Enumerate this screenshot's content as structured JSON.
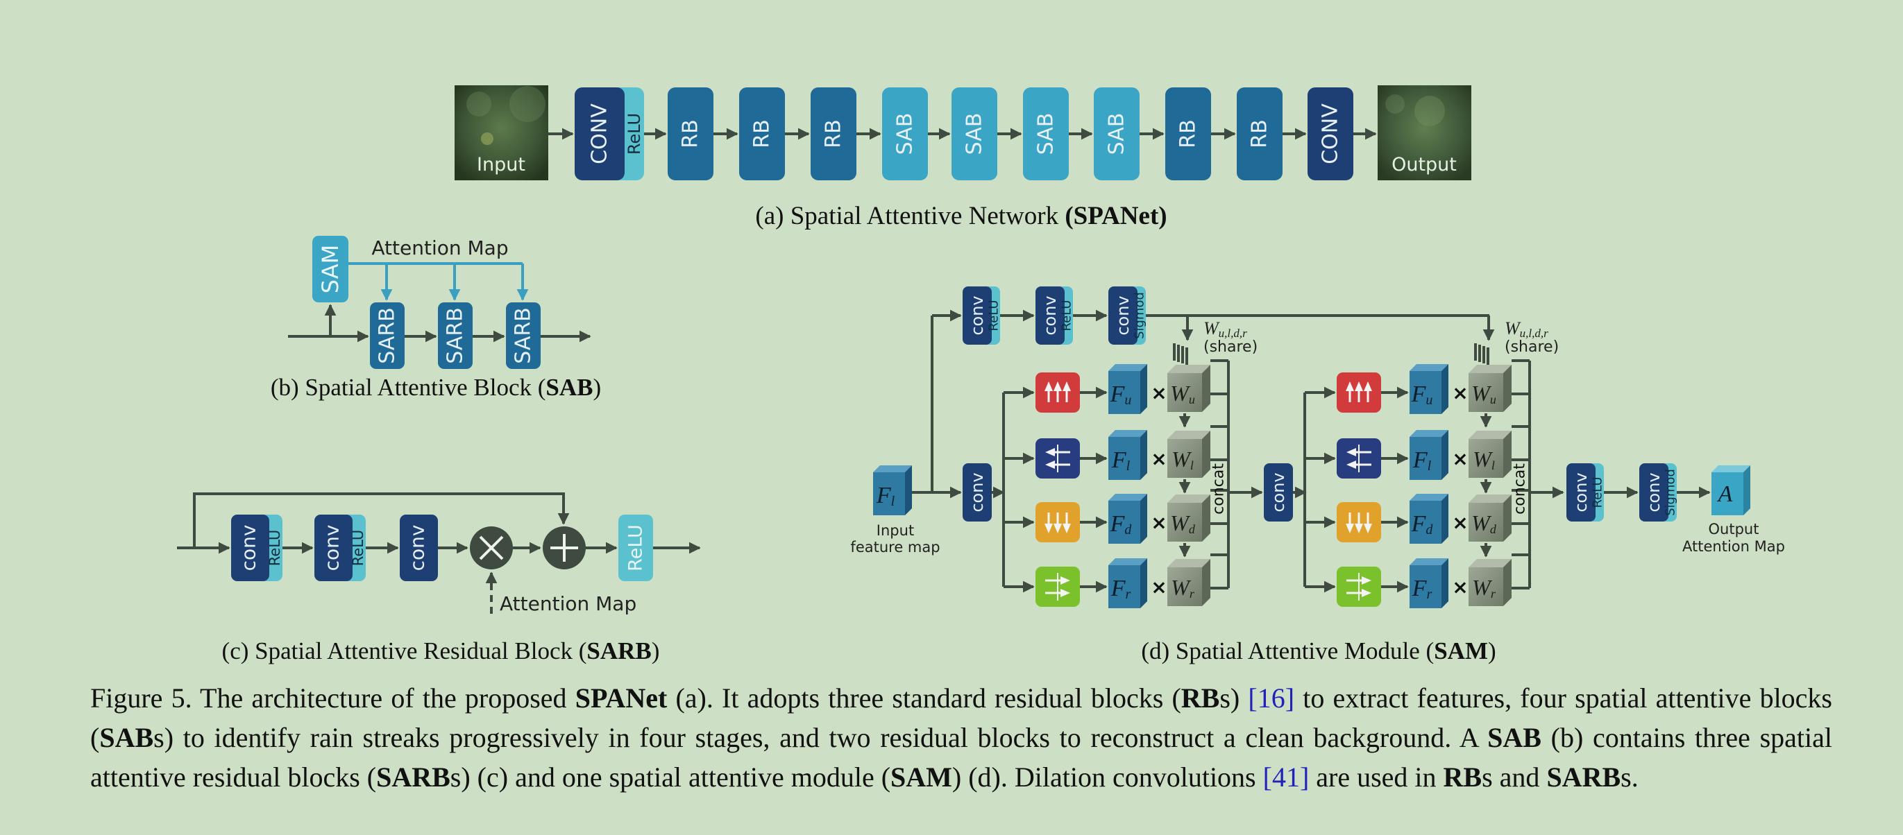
{
  "panel_a": {
    "input_label": "Input",
    "output_label": "Output",
    "blocks": [
      {
        "text": "CONV",
        "sub": "ReLU",
        "kind": "conv"
      },
      {
        "text": "RB",
        "kind": "rb"
      },
      {
        "text": "RB",
        "kind": "rb"
      },
      {
        "text": "RB",
        "kind": "rb"
      },
      {
        "text": "SAB",
        "kind": "sab"
      },
      {
        "text": "SAB",
        "kind": "sab"
      },
      {
        "text": "SAB",
        "kind": "sab"
      },
      {
        "text": "SAB",
        "kind": "sab"
      },
      {
        "text": "RB",
        "kind": "rb"
      },
      {
        "text": "RB",
        "kind": "rb"
      },
      {
        "text": "CONV",
        "kind": "conv"
      }
    ],
    "caption_prefix": "(a) Spatial Attentive Network ",
    "caption_bold": "(SPANet)"
  },
  "panel_b": {
    "sam_label": "SAM",
    "attention_label": "Attention Map",
    "sarb_label": "SARB",
    "caption_prefix": "(b) Spatial Attentive Block (",
    "caption_bold": "SAB",
    "caption_suffix": ")"
  },
  "panel_c": {
    "conv_label": "conv",
    "relu_label": "ReLU",
    "attention_label": "Attention Map",
    "caption_prefix": "(c) Spatial Attentive Residual Block (",
    "caption_bold": "SARB",
    "caption_suffix": ")"
  },
  "panel_d": {
    "conv_label": "conv",
    "relu_label": "ReLU",
    "sigmoid_label": "Sigmod",
    "weight_label": "W",
    "weight_sub": "u,l,d,r",
    "share_label": "(share)",
    "concat_label": "concat",
    "input_symbol": "F",
    "input_sub": "l",
    "input_caption_1": "Input",
    "input_caption_2": "feature map",
    "output_symbol": "A",
    "output_caption_1": "Output",
    "output_caption_2": "Attention Map",
    "times_symbol": "×",
    "branches": [
      {
        "sub": "u",
        "wsub": "u",
        "color": "#d23b3b"
      },
      {
        "sub": "l",
        "wsub": "l",
        "color": "#283c80"
      },
      {
        "sub": "d",
        "wsub": "d",
        "color": "#e0a22a"
      },
      {
        "sub": "r",
        "wsub": "r",
        "color": "#7bc12c"
      }
    ],
    "caption_prefix": "(d) Spatial Attentive Module (",
    "caption_bold": "SAM",
    "caption_suffix": ")"
  },
  "caption": {
    "s1": "Figure 5. The architecture of the proposed ",
    "b1": "SPANet",
    "s2": " (a). It adopts three standard residual blocks (",
    "b2": "RB",
    "s3": "s) ",
    "c1": "[16]",
    "s4": " to extract features, four spatial attentive blocks (",
    "b3": "SAB",
    "s5": "s) to identify rain streaks progressively in four stages, and two residual blocks to reconstruct a clean background. A ",
    "b4": "SAB",
    "s6": " (b) contains three spatial attentive residual blocks (",
    "b5": "SARB",
    "s7": "s) (c) and one spatial attentive module (",
    "b6": "SAM",
    "s8": ") (d). Dilation convolutions ",
    "c2": "[41]",
    "s9": " are used in ",
    "b7": "RB",
    "s10": "s and ",
    "b8": "SARB",
    "s11": "s."
  },
  "colors": {
    "background": "#cddfc4",
    "conv_dark": "#1e3f73",
    "rb_blue": "#1f6a96",
    "sab_light": "#3aa5c4",
    "relu_cyan": "#5cc1cf",
    "arrow": "#3f4a40",
    "weight_gray": "#8a9482"
  }
}
